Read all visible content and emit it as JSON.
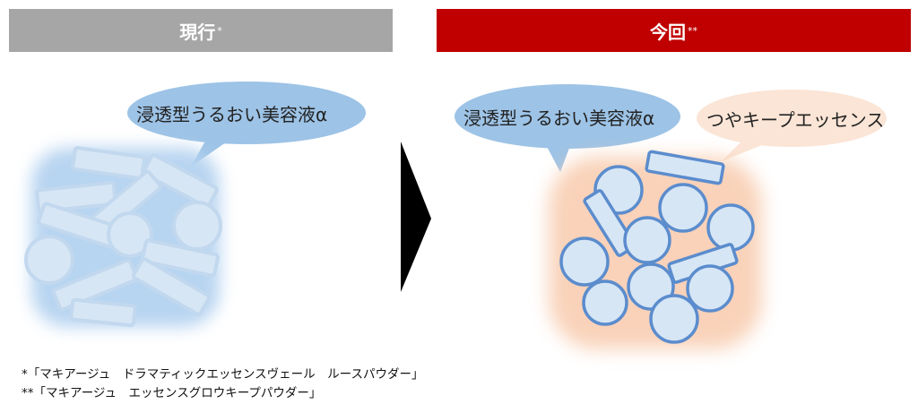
{
  "panels": {
    "left": {
      "title": "現行",
      "mark": "*",
      "bg": "#a6a6a6",
      "bubble": "浸透型うるおい美容液α"
    },
    "right": {
      "title": "今回",
      "mark": "**",
      "bg": "#c00000",
      "bubble1": "浸透型うるおい美容液α",
      "bubble2": "つやキープエッセンス"
    }
  },
  "footnotes": [
    "*「マキアージュ　ドラマティックエッセンスヴェール　ルースパウダー」",
    "**「マキアージュ　エッセンスグロウキープパウダー」"
  ],
  "colors": {
    "bubble_blue": "#9dc3e6",
    "bubble_peach": "#fbe5d6",
    "particle_fill": "#d6e6f5",
    "particle_edge": "#5b8ccd",
    "glow_blue": "#b4d2f0",
    "glow_peach": "#f8cbad",
    "arrow": "#000000"
  }
}
